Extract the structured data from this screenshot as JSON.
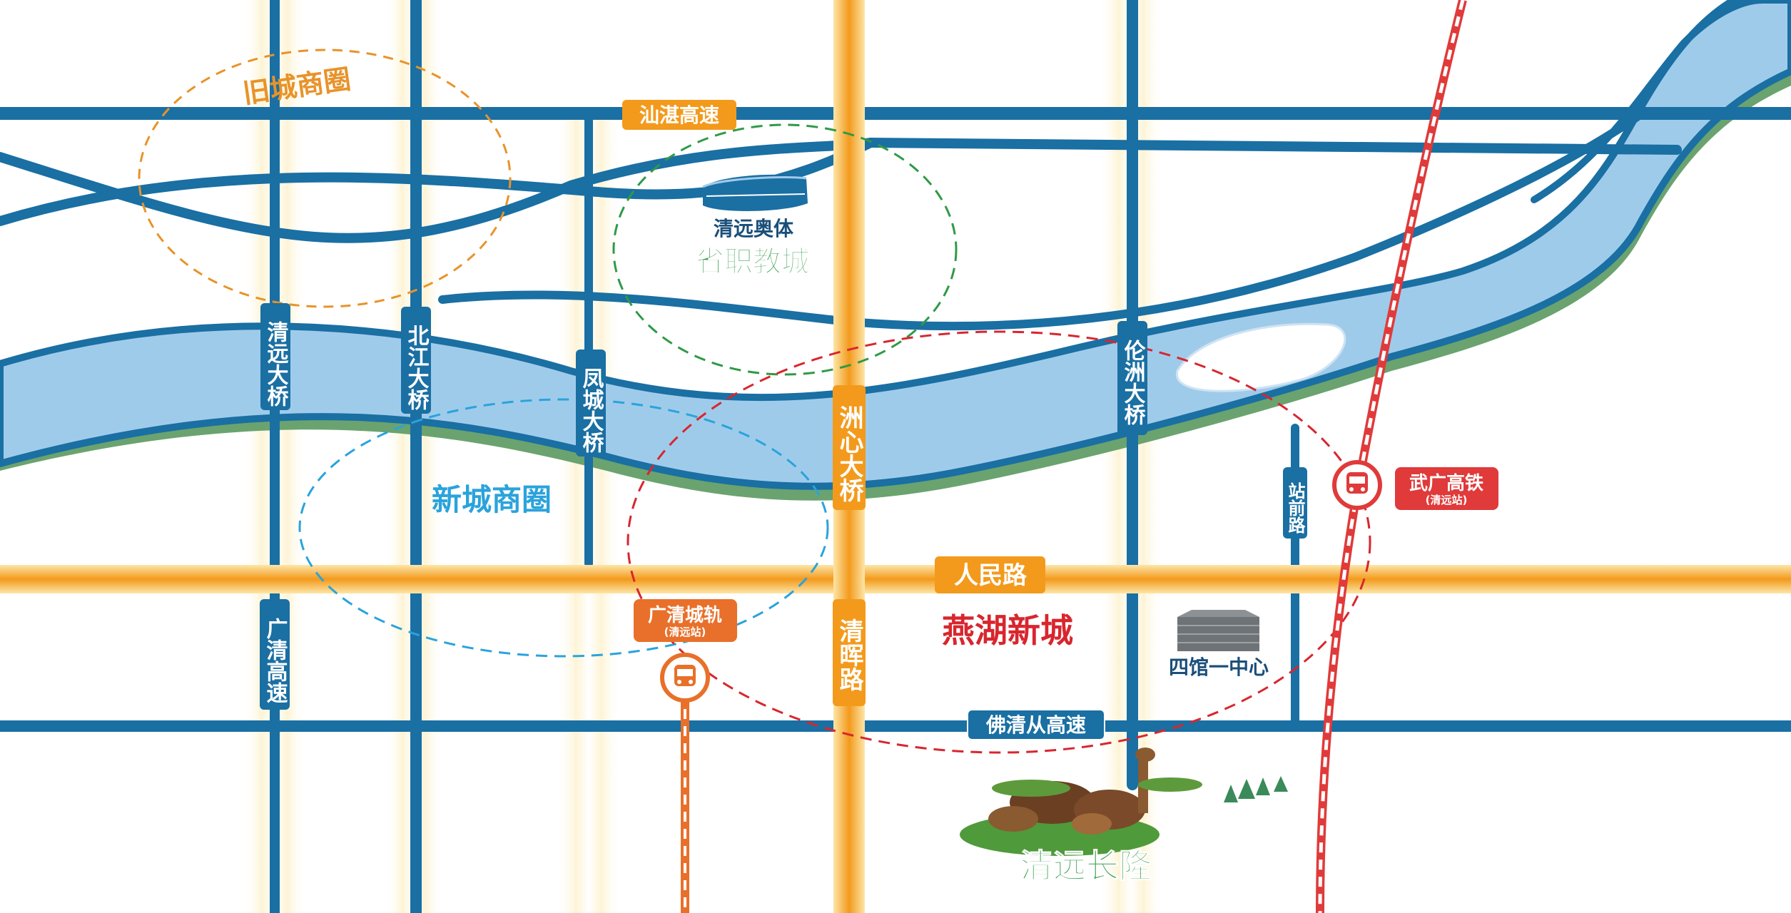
{
  "map": {
    "districts": {
      "old_city": "旧城商圈",
      "new_city": "新城商圈",
      "yanhu": "燕湖新城",
      "education_city": "省职教城"
    },
    "roads": {
      "shantan": "汕湛高速",
      "renmin": "人民路",
      "foqingcong": "佛清从高速",
      "guangqing": "广清高速",
      "qinghui": "清晖路",
      "zhanqian": "站前路"
    },
    "bridges": {
      "qingyuan": "清远大桥",
      "beijiang": "北江大桥",
      "fengcheng": "凤城大桥",
      "zhouxin": "洲心大桥",
      "lunzhou": "伦洲大桥"
    },
    "landmarks": {
      "stadium": "清远奥体",
      "four_halls": "四馆一中心",
      "chimelong": "清远长隆"
    },
    "stations": {
      "wuguang": {
        "name": "武广高铁",
        "sub": "(清远站)"
      },
      "guangqing_rail": {
        "name": "广清城轨",
        "sub": "(清远站)"
      }
    },
    "colors": {
      "road_blue": "#1a6fa3",
      "river": "#9fcbea",
      "highlight_road": "#f3a22a",
      "old_city_ring": "#e8932a",
      "new_city_ring": "#2aa3dc",
      "education_ring": "#2f9a46",
      "yanhu_ring": "#d8262e",
      "rail": "#e03a3a"
    }
  }
}
